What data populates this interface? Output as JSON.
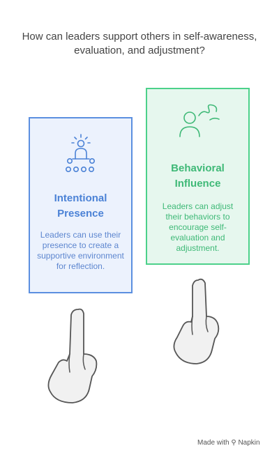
{
  "title": "How can leaders support others in self-awareness, evaluation, and adjustment?",
  "cards": [
    {
      "heading": "Intentional Presence",
      "body": "Leaders can use their presence to create a supportive environment for reflection.",
      "icon": "presenter-audience-icon",
      "fill": "#ecf2fd",
      "border": "#5b8fe0",
      "text_color": "#4b82d6"
    },
    {
      "heading": "Behavioral Influence",
      "body": "Leaders can adjust their behaviors to encourage self-evaluation and adjustment.",
      "icon": "person-thought-icon",
      "fill": "#e6f7ee",
      "border": "#4cd18a",
      "text_color": "#3fb977"
    }
  ],
  "footer": "Made with ⚲ Napkin"
}
